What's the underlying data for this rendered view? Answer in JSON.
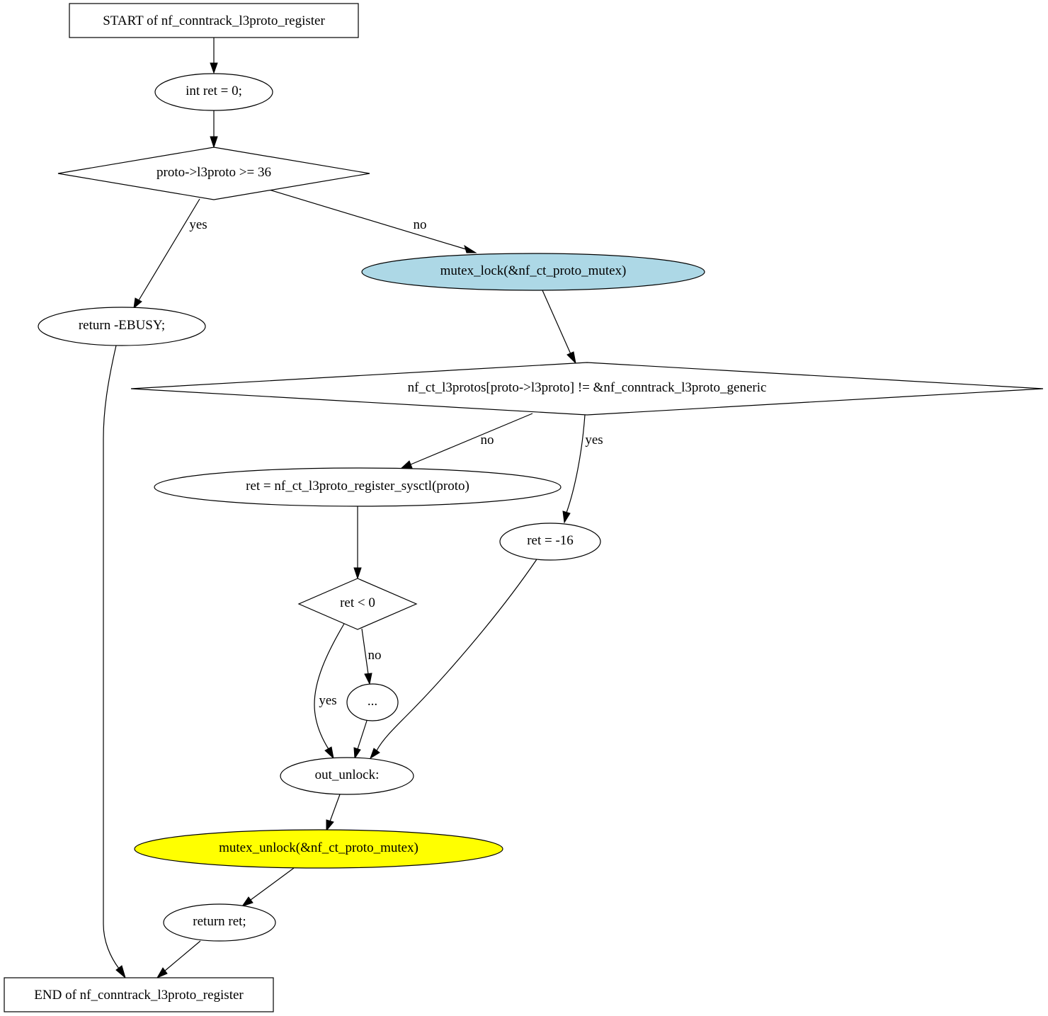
{
  "nodes": {
    "start": {
      "label": "START of nf_conntrack_l3proto_register"
    },
    "init_ret": {
      "label": "int ret = 0;"
    },
    "check_proto": {
      "label": "proto->l3proto >= 36"
    },
    "return_ebusy": {
      "label": "return -EBUSY;"
    },
    "mutex_lock": {
      "label": "mutex_lock(&nf_ct_proto_mutex)",
      "fill": "#add8e6"
    },
    "check_generic": {
      "label": "nf_ct_l3protos[proto->l3proto] != &nf_conntrack_l3proto_generic"
    },
    "register_sysctl": {
      "label": "ret = nf_ct_l3proto_register_sysctl(proto)"
    },
    "ret_minus16": {
      "label": "ret = -16"
    },
    "check_ret": {
      "label": "ret < 0"
    },
    "ellipsis": {
      "label": "..."
    },
    "out_unlock": {
      "label": "out_unlock:"
    },
    "mutex_unlock": {
      "label": "mutex_unlock(&nf_ct_proto_mutex)",
      "fill": "#ffff00"
    },
    "return_ret": {
      "label": "return ret;"
    },
    "end": {
      "label": "END of nf_conntrack_l3proto_register"
    }
  },
  "edge_labels": {
    "proto_yes": "yes",
    "proto_no": "no",
    "generic_no": "no",
    "generic_yes": "yes",
    "ret_no": "no",
    "ret_yes": "yes"
  }
}
